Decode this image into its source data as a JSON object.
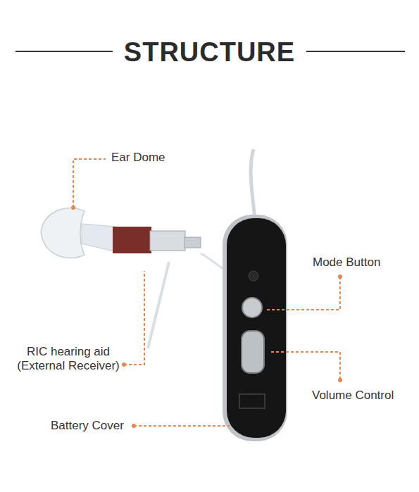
{
  "diagram": {
    "title": "STRUCTURE",
    "labels": [
      "Ear Dome",
      "Mode Button",
      "RIC hearing aid (External Receiver)",
      "Volume Control",
      "Battery Cover"
    ]
  }
}
